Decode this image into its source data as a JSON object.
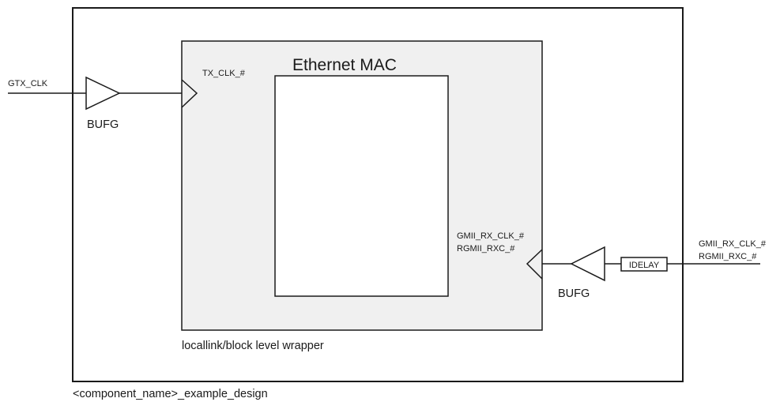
{
  "outer_block": {
    "label": "<component_name>_example_design"
  },
  "wrapper_block": {
    "label": "locallink/block level wrapper"
  },
  "mac_block": {
    "title": "Ethernet MAC"
  },
  "signals": {
    "gtx_clk": "GTX_CLK",
    "tx_clk": "TX_CLK_#",
    "gmii_rx_clk_internal": "GMII_RX_CLK_#",
    "rgmii_rxc_internal": "RGMII_RXC_#",
    "gmii_rx_clk_external": "GMII_RX_CLK_#",
    "rgmii_rxc_external": "RGMII_RXC_#"
  },
  "buffers": {
    "tx_bufg": "BUFG",
    "rx_bufg": "BUFG"
  },
  "delay": {
    "label": "IDELAY"
  },
  "colors": {
    "wrapper_fill": "#f0f0f0",
    "line": "#1a1a1a",
    "background": "#ffffff"
  }
}
